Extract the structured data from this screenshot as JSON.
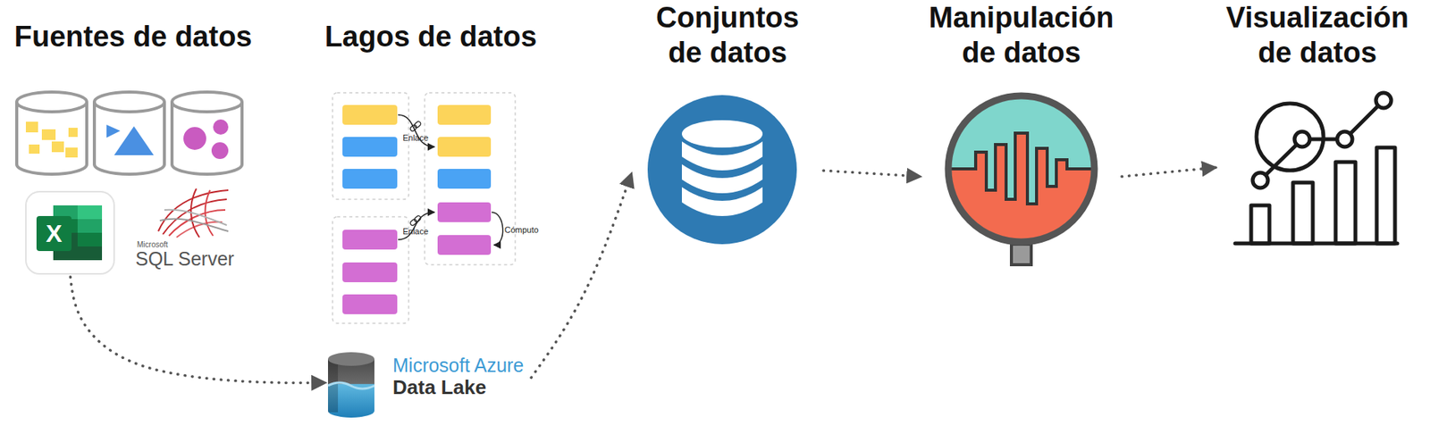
{
  "diagram": {
    "nodes": [
      {
        "text": [
          "Fuentes de datos"
        ]
      },
      {
        "text": [
          "Lagos de datos"
        ]
      },
      {
        "text": [
          "Microsoft Azure",
          "Data Lake"
        ]
      },
      {
        "text": [
          "Conjuntos de datos"
        ]
      },
      {
        "text": [
          "Manipulación de datos"
        ]
      },
      {
        "text": [
          "Visualización de datos"
        ]
      }
    ],
    "edges": [
      {
        "from": 0,
        "to": 2,
        "arrow": "to"
      },
      {
        "from": 2,
        "to": 3,
        "arrow": "to"
      },
      {
        "from": 3,
        "to": 4,
        "arrow": "to"
      },
      {
        "from": 4,
        "to": 5,
        "arrow": "to"
      }
    ],
    "labels": [
      "X",
      "Microsoft",
      "SQL Server",
      "Enlace",
      "Enlace",
      "Cómputo"
    ]
  }
}
